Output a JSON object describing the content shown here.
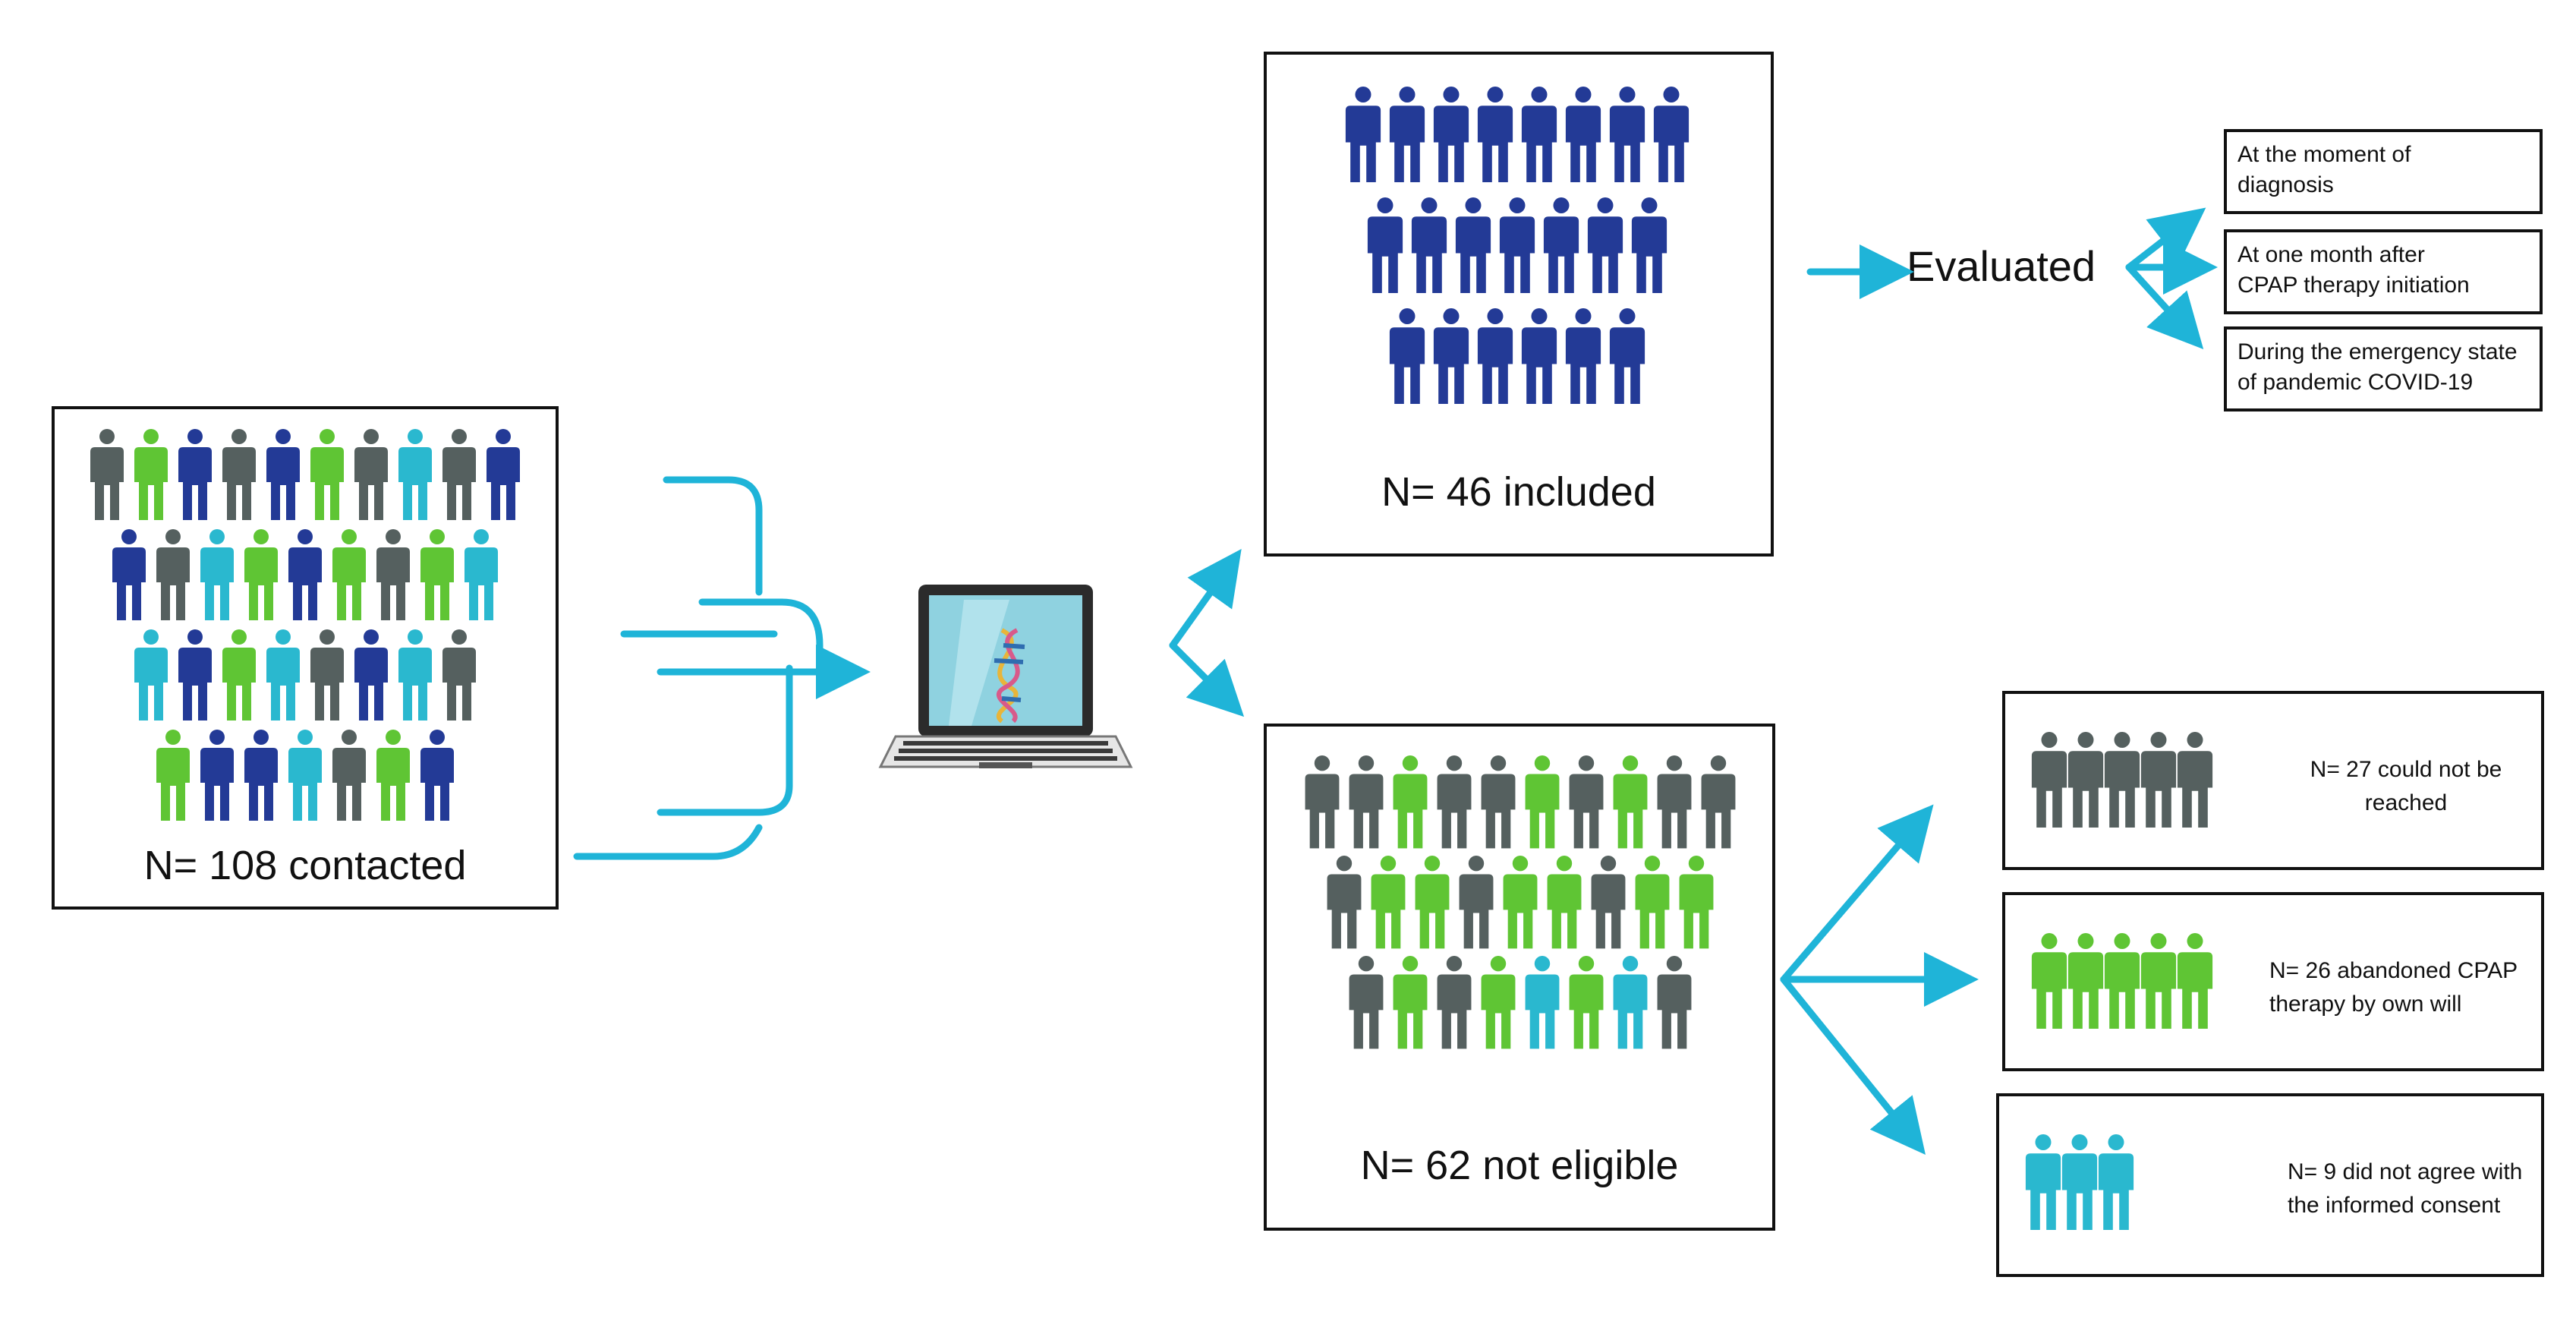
{
  "colors": {
    "navy": "#233a96",
    "gray": "#55605f",
    "green": "#5fc534",
    "cyan": "#2ab8cf",
    "arrow": "#1fb4d8",
    "border": "#111111"
  },
  "icons": {
    "person": "person-figure-icon",
    "laptop": "laptop-icon",
    "dna": "dna-helix-icon",
    "arrow": "arrow-icon"
  },
  "contacted": {
    "label": "N= 108 contacted",
    "rows": [
      [
        "gray",
        "green",
        "navy",
        "gray",
        "navy",
        "green",
        "gray",
        "cyan",
        "gray",
        "navy"
      ],
      [
        "navy",
        "gray",
        "cyan",
        "green",
        "navy",
        "green",
        "gray",
        "green",
        "cyan"
      ],
      [
        "cyan",
        "navy",
        "green",
        "cyan",
        "gray",
        "navy",
        "cyan",
        "gray"
      ],
      [
        "green",
        "navy",
        "navy",
        "cyan",
        "gray",
        "green",
        "navy"
      ]
    ]
  },
  "included": {
    "label": "N= 46 included",
    "rows": [
      [
        "navy",
        "navy",
        "navy",
        "navy",
        "navy",
        "navy",
        "navy",
        "navy"
      ],
      [
        "navy",
        "navy",
        "navy",
        "navy",
        "navy",
        "navy",
        "navy"
      ],
      [
        "navy",
        "navy",
        "navy",
        "navy",
        "navy",
        "navy"
      ]
    ]
  },
  "not_eligible": {
    "label": "N= 62 not eligible",
    "rows": [
      [
        "gray",
        "gray",
        "green",
        "gray",
        "gray",
        "green",
        "gray",
        "green",
        "gray",
        "gray"
      ],
      [
        "gray",
        "green",
        "green",
        "gray",
        "green",
        "green",
        "gray",
        "green",
        "green"
      ],
      [
        "gray",
        "green",
        "gray",
        "green",
        "cyan",
        "green",
        "cyan",
        "gray"
      ]
    ]
  },
  "evaluated": {
    "label": "Evaluated",
    "conditions": [
      "At the moment of\ndiagnosis",
      "At one month after\nCPAP therapy initiation",
      "During the emergency state\nof pandemic COVID-19"
    ]
  },
  "reasons": [
    {
      "text": "N= 27 could not be\nreached",
      "color": "gray",
      "count": 5
    },
    {
      "text": "N= 26 abandoned CPAP\ntherapy by own will",
      "color": "green",
      "count": 5
    },
    {
      "text": "N= 9 did not agree with\nthe informed consent",
      "color": "cyan",
      "count": 3
    }
  ]
}
